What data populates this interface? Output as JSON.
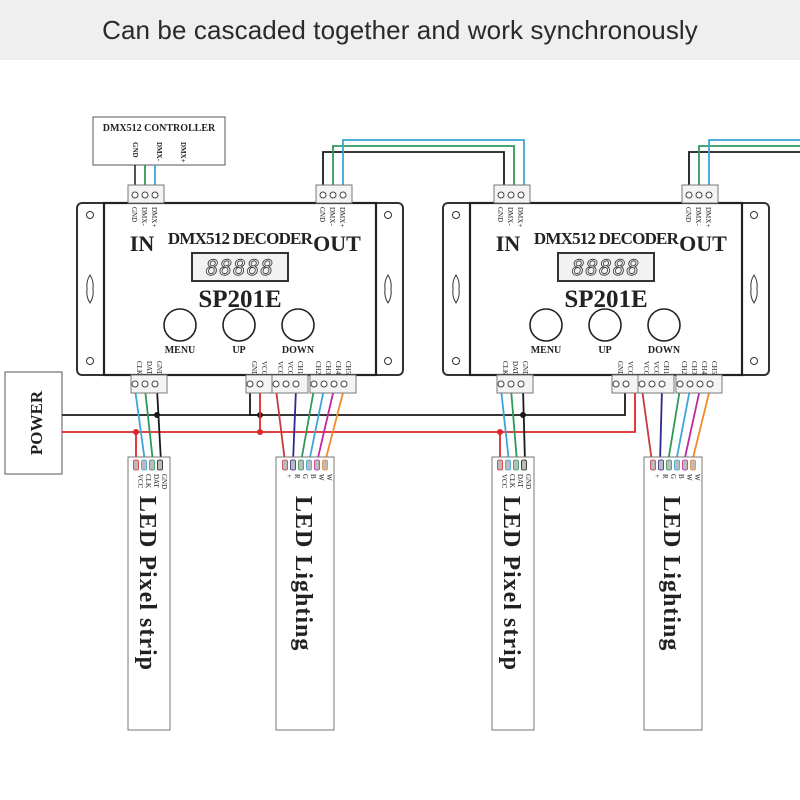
{
  "banner": {
    "title": "Can be cascaded together and work synchronously"
  },
  "controller": {
    "title": "DMX512 CONTROLLER",
    "pins": [
      "GND",
      "DMX-",
      "DMX+"
    ]
  },
  "power": {
    "label": "POWER"
  },
  "decoders": [
    {
      "title": "DMX512 DECODER",
      "model": "SP201E",
      "display": "88888",
      "in_label": "IN",
      "out_label": "OUT",
      "dmx_pins": [
        "GND",
        "DMX-",
        "DMX+"
      ],
      "buttons": [
        "MENU",
        "UP",
        "DOWN"
      ],
      "pixel_pins": [
        "CLK",
        "DAT",
        "GND"
      ],
      "power_pins": [
        "GND",
        "VCC"
      ],
      "ch_pins_a": [
        "VCC",
        "VCC",
        "CH1"
      ],
      "ch_pins_b": [
        "CH2",
        "CH3",
        "CH4",
        "CH5"
      ]
    },
    {
      "title": "DMX512 DECODER",
      "model": "SP201E",
      "display": "88888",
      "in_label": "IN",
      "out_label": "OUT",
      "dmx_pins": [
        "GND",
        "DMX-",
        "DMX+"
      ],
      "buttons": [
        "MENU",
        "UP",
        "DOWN"
      ],
      "pixel_pins": [
        "CLK",
        "DAT",
        "GND"
      ],
      "power_pins": [
        "GND",
        "VCC"
      ],
      "ch_pins_a": [
        "VCC",
        "VCC",
        "CH1"
      ],
      "ch_pins_b": [
        "CH2",
        "CH3",
        "CH4",
        "CH5"
      ]
    }
  ],
  "strips": [
    {
      "label": "LED Pixel strip",
      "pins": [
        "VCC",
        "CLK",
        "DAT",
        "GND"
      ]
    },
    {
      "label": "LED Lighting",
      "pins": [
        "+",
        "R",
        "G",
        "B",
        "W",
        "W"
      ]
    },
    {
      "label": "LED Pixel strip",
      "pins": [
        "VCC",
        "CLK",
        "DAT",
        "GND"
      ]
    },
    {
      "label": "LED Lighting",
      "pins": [
        "+",
        "R",
        "G",
        "B",
        "W",
        "W"
      ]
    }
  ],
  "colors": {
    "gnd_wire": "#1a1a1a",
    "dmx_minus_wire": "#2e9a5a",
    "dmx_plus_wire": "#3aa6d8",
    "power_wire": "#e0262a",
    "ch1_wire": "#2a2a8c",
    "ch2_wire": "#2e9a5a",
    "ch3_wire": "#3aa6d8",
    "ch4_wire": "#c02aa0",
    "ch5_wire": "#f08a2a",
    "vcc_wire": "#c83a3a"
  }
}
